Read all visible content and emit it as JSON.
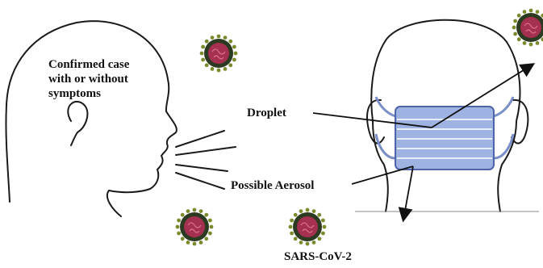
{
  "labels": {
    "case_line1": "Confirmed case",
    "case_line2": "with or without",
    "case_line3": "symptoms",
    "droplet": "Droplet",
    "aerosol": "Possible Aerosol",
    "virus": "SARS-CoV-2"
  },
  "colors": {
    "mask_fill": "#9fb3e3",
    "mask_stroke": "#4d64a8",
    "virus_core": "#a5304f",
    "virus_ring": "#2d3a22",
    "virus_spike": "#7c8a2e"
  }
}
